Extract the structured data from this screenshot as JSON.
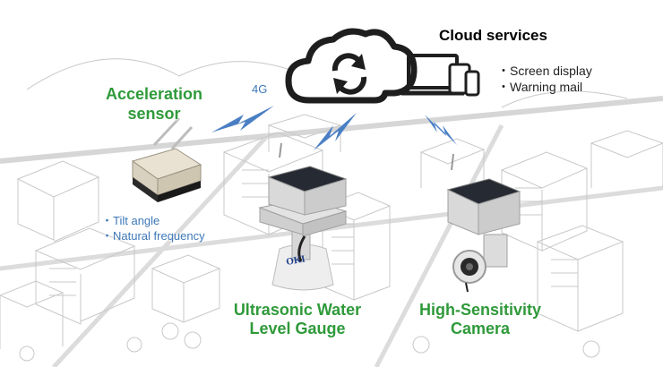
{
  "accel": {
    "line1": "Acceleration",
    "line2": "sensor",
    "bullets": [
      "・Tilt angle",
      "・Natural frequency"
    ]
  },
  "network_label": "4G",
  "cloud": {
    "title": "Cloud services",
    "bullets": [
      "・Screen display",
      "・Warning mail"
    ]
  },
  "ultrasonic": {
    "line1": "Ultrasonic Water",
    "line2": "Level Gauge"
  },
  "camera": {
    "line1": "High-Sensitivity",
    "line2": "Camera"
  },
  "brand_logo": "OKI",
  "colors": {
    "label_green": "#2f9a3a",
    "bullet_blue": "#3d78b8",
    "bolt_blue": "#4a7fc4"
  }
}
